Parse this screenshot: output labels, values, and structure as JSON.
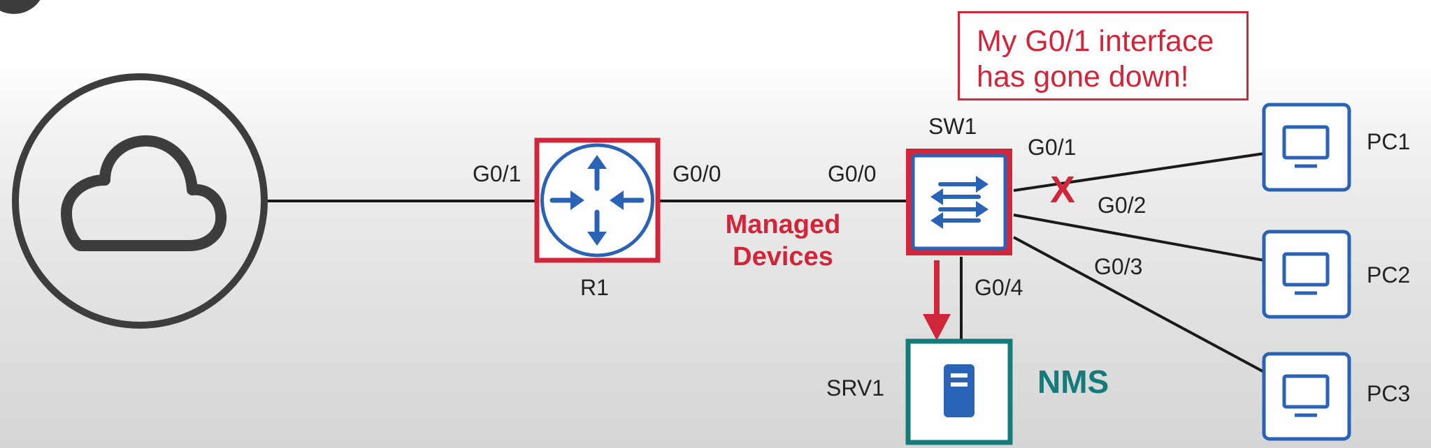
{
  "devices": {
    "router": "R1",
    "switch": "SW1",
    "server": "SRV1",
    "pc1": "PC1",
    "pc2": "PC2",
    "pc3": "PC3"
  },
  "interfaces": {
    "r1_g01": "G0/1",
    "r1_g00": "G0/0",
    "sw1_g00": "G0/0",
    "sw1_g01": "G0/1",
    "sw1_g02": "G0/2",
    "sw1_g03": "G0/3",
    "sw1_g04": "G0/4"
  },
  "annotations": {
    "managed_line1": "Managed",
    "managed_line2": "Devices",
    "nms": "NMS",
    "callout_line1": "My G0/1 interface",
    "callout_line2": "has gone down!",
    "down_mark": "X"
  },
  "colors": {
    "highlight_red": "#d1263a",
    "device_blue": "#2a62b5",
    "nms_teal": "#147a7a",
    "link_black": "#1a1a1a",
    "cloud_gray": "#3d3d3d"
  },
  "icons": {
    "internet": "cloud-icon",
    "router": "router-icon",
    "switch": "switch-icon",
    "server": "server-icon",
    "pc": "monitor-icon"
  }
}
